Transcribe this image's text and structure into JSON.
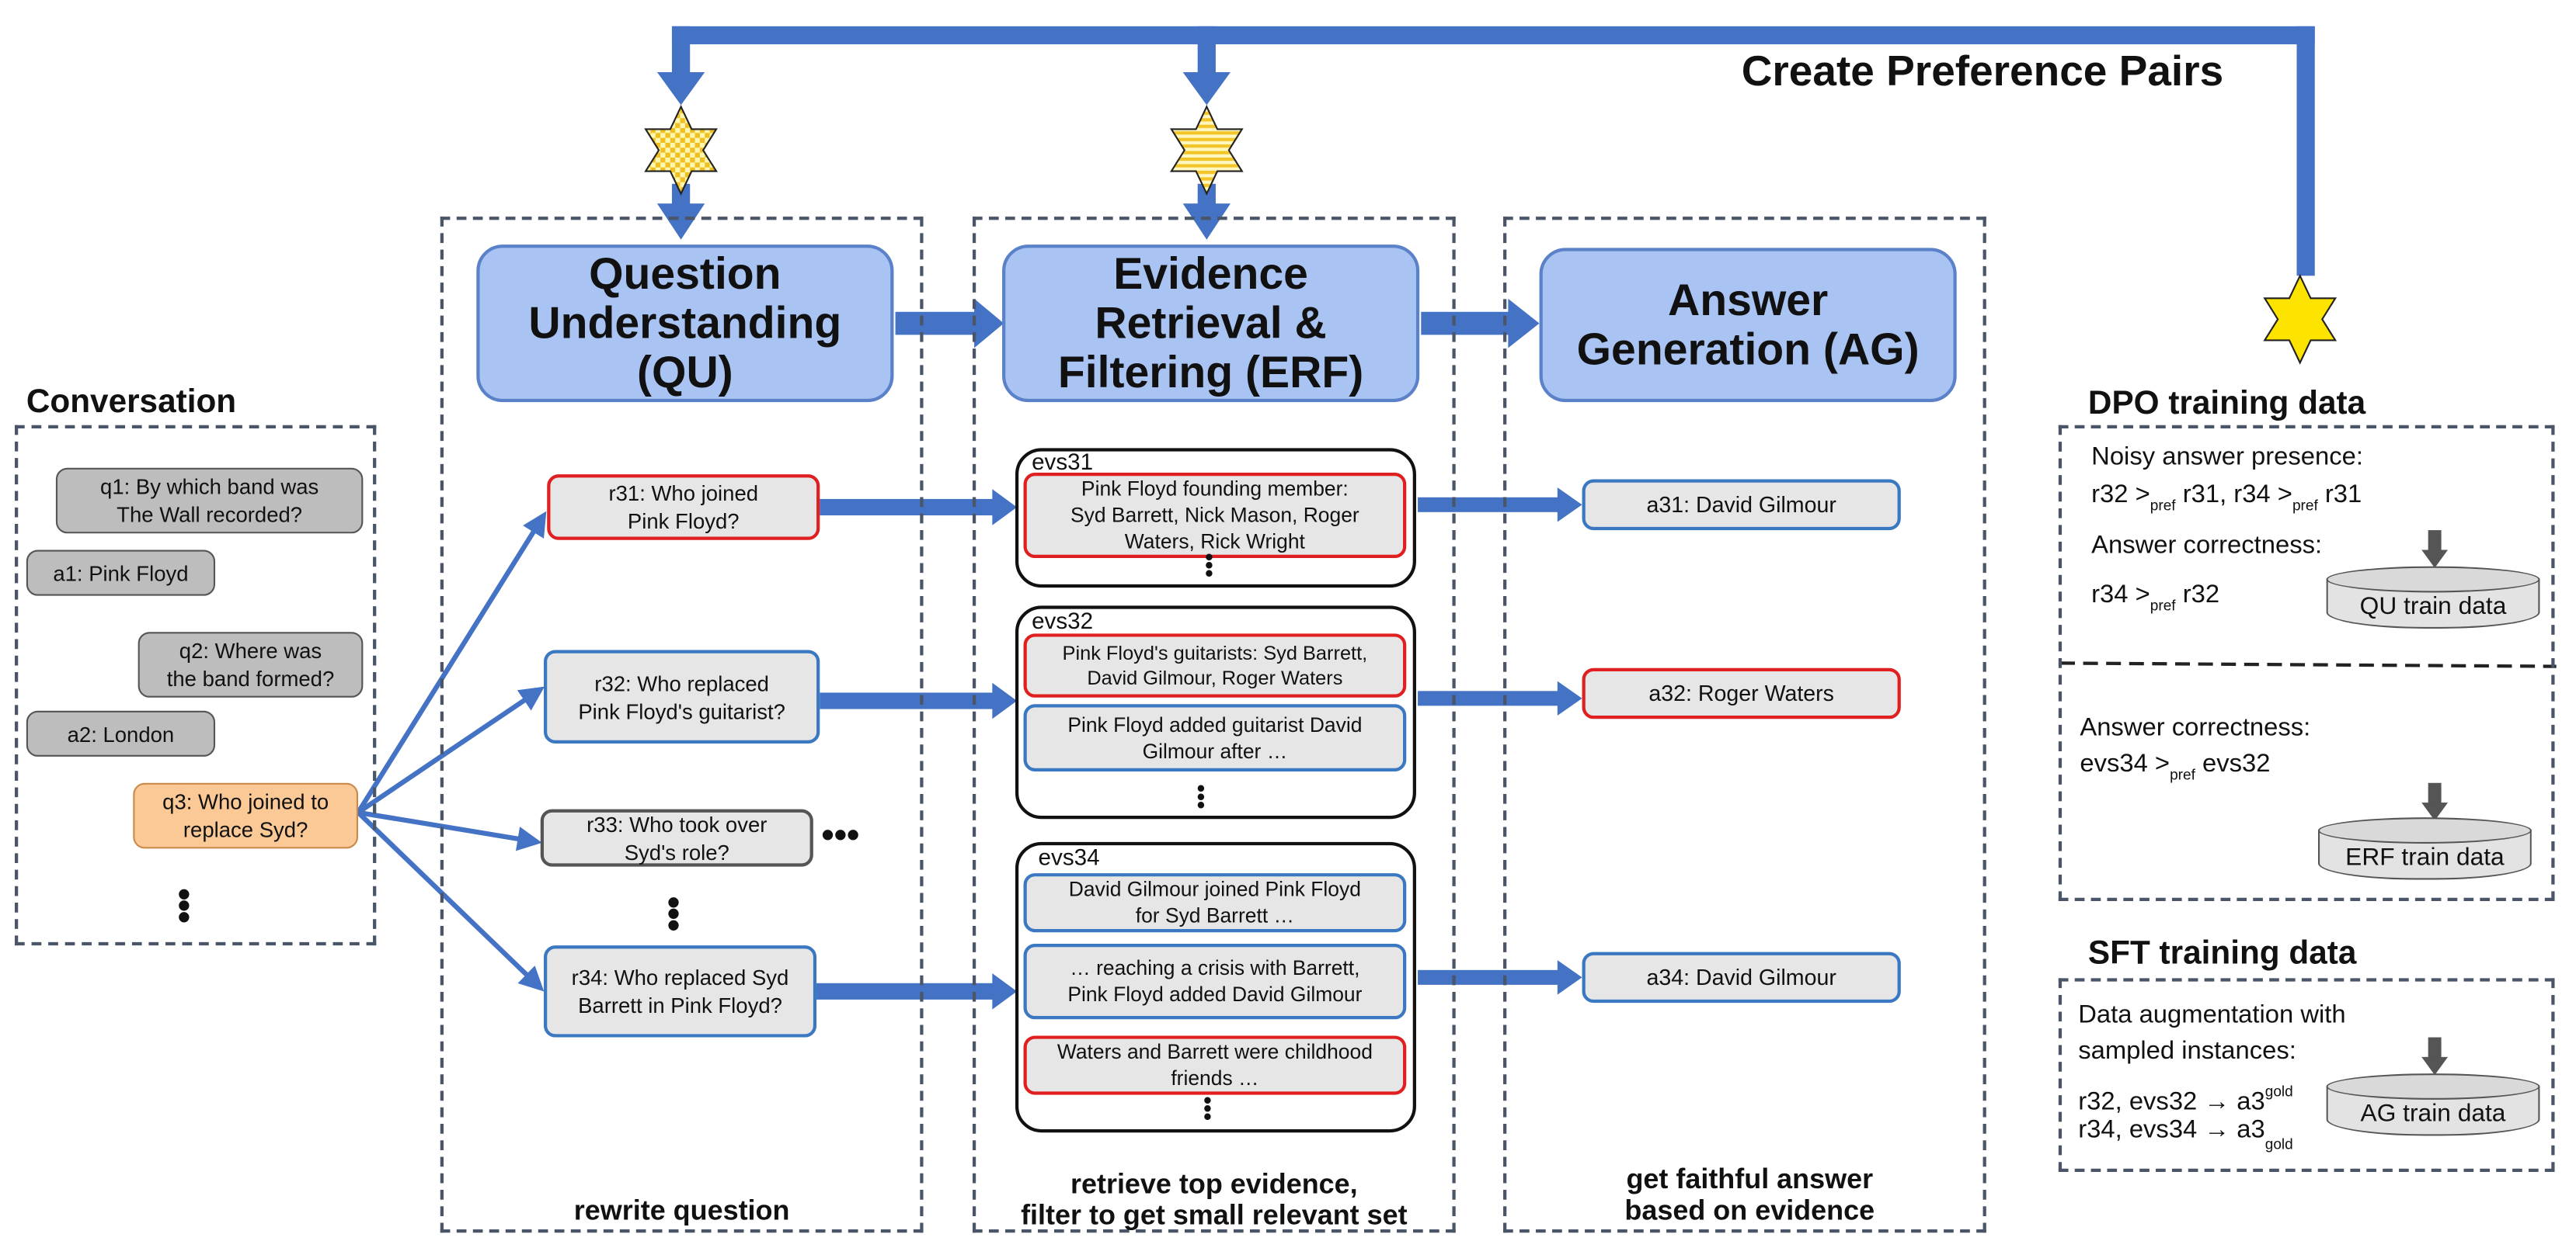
{
  "title": "Create Preference Pairs",
  "conversation": {
    "heading": "Conversation",
    "q1": "q1: By which band was\nThe Wall recorded?",
    "a1": "a1: Pink Floyd",
    "q2": "q2: Where was\nthe band formed?",
    "a2": "a2: London",
    "q3": "q3: Who joined to\nreplace Syd?"
  },
  "modules": {
    "qu": "Question\nUnderstanding\n(QU)",
    "erf": "Evidence\nRetrieval &\nFiltering (ERF)",
    "ag": "Answer\nGeneration (AG)"
  },
  "rewrites": {
    "r31": "r31: Who joined\nPink Floyd?",
    "r32": "r32: Who replaced\nPink Floyd's guitarist?",
    "r33": "r33: Who took over\nSyd's role?",
    "r34": "r34: Who replaced Syd\nBarrett in Pink Floyd?",
    "more": "•••"
  },
  "evidence": {
    "evs31": {
      "label": "evs31",
      "items": [
        "Pink Floyd founding member:\nSyd Barrett, Nick Mason, Roger\nWaters, Rick Wright"
      ]
    },
    "evs32": {
      "label": "evs32",
      "items": [
        "Pink Floyd's guitarists: Syd Barrett,\nDavid Gilmour, Roger Waters",
        "Pink Floyd added guitarist David\nGilmour after …"
      ]
    },
    "evs34": {
      "label": "evs34",
      "items": [
        "David Gilmour joined Pink Floyd\nfor Syd Barrett …",
        "… reaching a crisis with Barrett,\nPink Floyd added David Gilmour",
        "Waters and Barrett were childhood\nfriends …"
      ]
    }
  },
  "answers": {
    "a31": "a31: David Gilmour",
    "a32": "a32: Roger Waters",
    "a34": "a34: David Gilmour"
  },
  "captions": {
    "qu": "rewrite question",
    "erf": "retrieve top evidence,\nfilter to get small relevant set",
    "ag": "get faithful answer\nbased on evidence"
  },
  "dpo": {
    "heading": "DPO training data",
    "noisy_label": "Noisy answer presence:",
    "noisy_line": {
      "a": "r32 >",
      "pref": "pref",
      "b": " r31, r34 >",
      "c": " r31"
    },
    "correct_label": "Answer correctness:",
    "correct_line": {
      "a": "r34 >",
      "pref": "pref",
      "b": " r32"
    },
    "qu_db": "QU train data",
    "erf_label": "Answer correctness:",
    "erf_line": {
      "a": "evs34 >",
      "pref": "pref",
      "b": " evs32"
    },
    "erf_db": "ERF train data"
  },
  "sft": {
    "heading": "SFT training data",
    "line1": "Data augmentation with",
    "line2": "sampled instances:",
    "line3": {
      "a": "r32, evs32 → a3",
      "sup": "gold"
    },
    "line4": {
      "a": "r34, evs34 → a3",
      "sup": "gold"
    },
    "ag_db": "AG train data"
  },
  "colors": {
    "arrow": "#4472c4",
    "module_fill": "#a9c4f2",
    "red_border": "#e02020",
    "blue_border": "#3b78c2",
    "star": "#fce300",
    "star_checker": "#f2c230"
  }
}
